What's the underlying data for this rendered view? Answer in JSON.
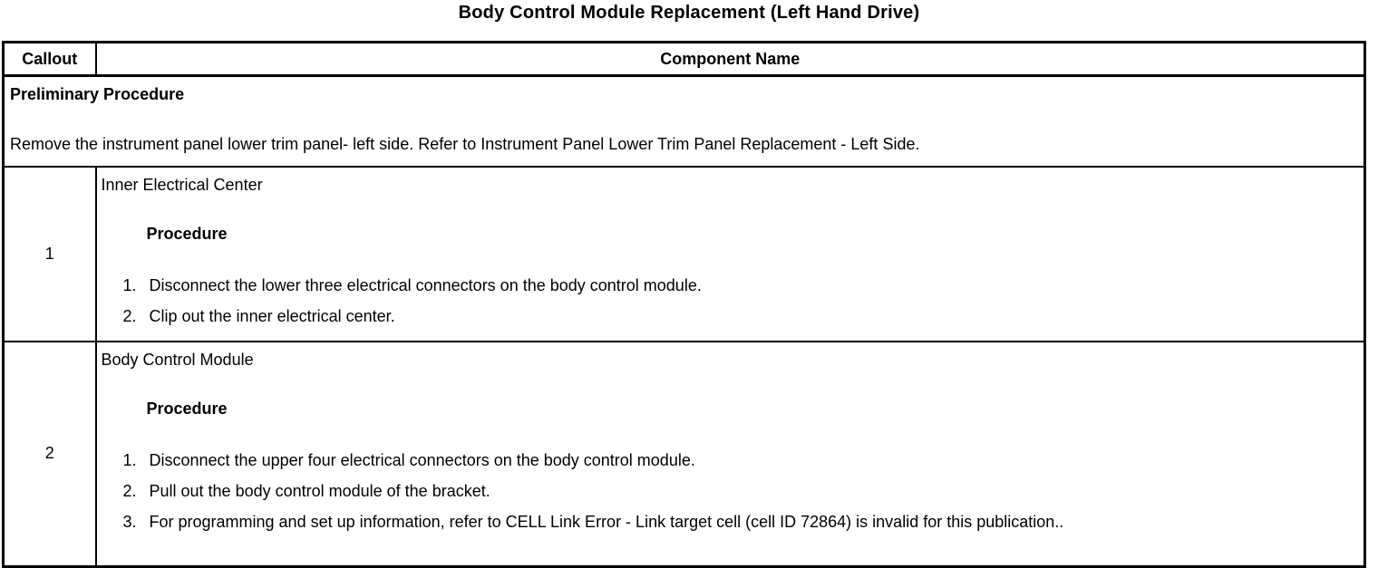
{
  "page_title": "Body Control Module Replacement (Left Hand Drive)",
  "table": {
    "headers": {
      "callout": "Callout",
      "component": "Component Name"
    },
    "preliminary": {
      "heading": "Preliminary Procedure",
      "text": "Remove the instrument panel lower trim panel- left side. Refer to Instrument Panel Lower Trim Panel Replacement - Left Side."
    },
    "rows": [
      {
        "callout": "1",
        "component": "Inner Electrical Center",
        "procedure_label": "Procedure",
        "steps": [
          "Disconnect the lower three electrical connectors on the body control module.",
          "Clip out the inner electrical center."
        ]
      },
      {
        "callout": "2",
        "component": "Body Control Module",
        "procedure_label": "Procedure",
        "steps": [
          "Disconnect the upper four electrical connectors on the body control module.",
          "Pull out the body control module of the bracket.",
          "For programming and set up information, refer to CELL Link Error - Link target cell (cell ID 72864) is invalid for this publication.."
        ]
      }
    ]
  }
}
